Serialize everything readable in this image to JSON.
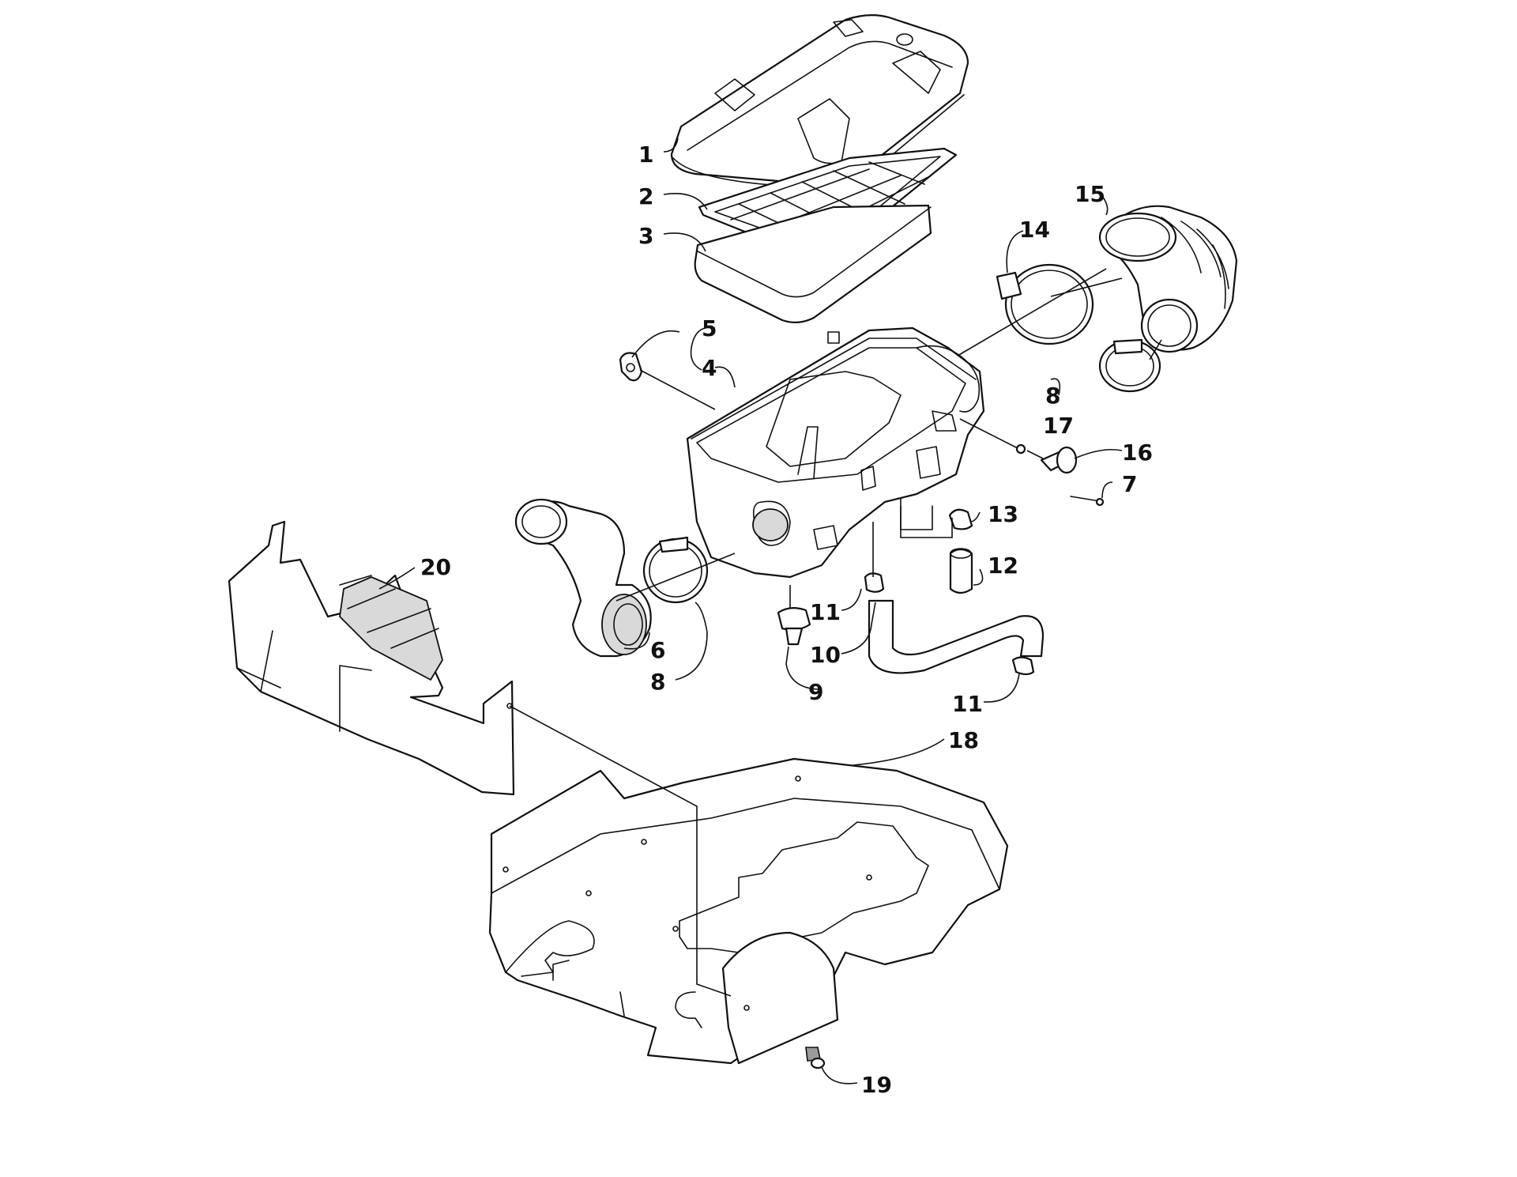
{
  "callouts": [
    {
      "id": "c1",
      "label": "1"
    },
    {
      "id": "c2",
      "label": "2"
    },
    {
      "id": "c3",
      "label": "3"
    },
    {
      "id": "c4",
      "label": "4"
    },
    {
      "id": "c5",
      "label": "5"
    },
    {
      "id": "c6",
      "label": "6"
    },
    {
      "id": "c7",
      "label": "7"
    },
    {
      "id": "c8a",
      "label": "8"
    },
    {
      "id": "c8b",
      "label": "8"
    },
    {
      "id": "c9",
      "label": "9"
    },
    {
      "id": "c10",
      "label": "10"
    },
    {
      "id": "c11a",
      "label": "11"
    },
    {
      "id": "c11b",
      "label": "11"
    },
    {
      "id": "c12",
      "label": "12"
    },
    {
      "id": "c13",
      "label": "13"
    },
    {
      "id": "c14",
      "label": "14"
    },
    {
      "id": "c15",
      "label": "15"
    },
    {
      "id": "c16",
      "label": "16"
    },
    {
      "id": "c17",
      "label": "17"
    },
    {
      "id": "c18",
      "label": "18"
    },
    {
      "id": "c19",
      "label": "19"
    },
    {
      "id": "c20",
      "label": "20"
    }
  ],
  "colors": {
    "line": "#111111",
    "background": "#ffffff",
    "shade": "#d9d9d9"
  }
}
